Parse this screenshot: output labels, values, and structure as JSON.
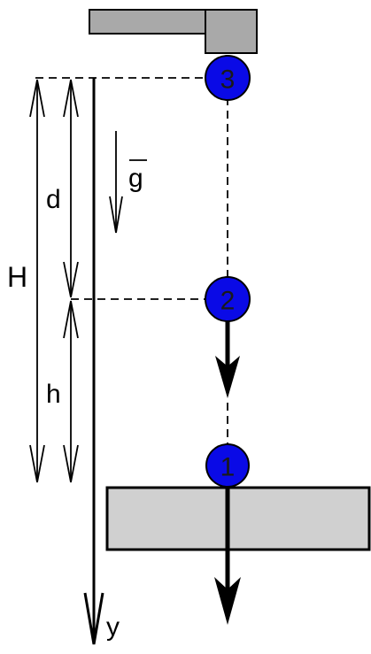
{
  "labels": {
    "H": "H",
    "d": "d",
    "h": "h",
    "g": "g",
    "y": "y"
  },
  "balls": [
    {
      "label": "3"
    },
    {
      "label": "2"
    },
    {
      "label": "1"
    }
  ],
  "colors": {
    "ball_fill": "#0a0ae6",
    "platform_fill": "#a9a9a9",
    "floor_fill": "#d0d0d0",
    "line": "#000000"
  }
}
